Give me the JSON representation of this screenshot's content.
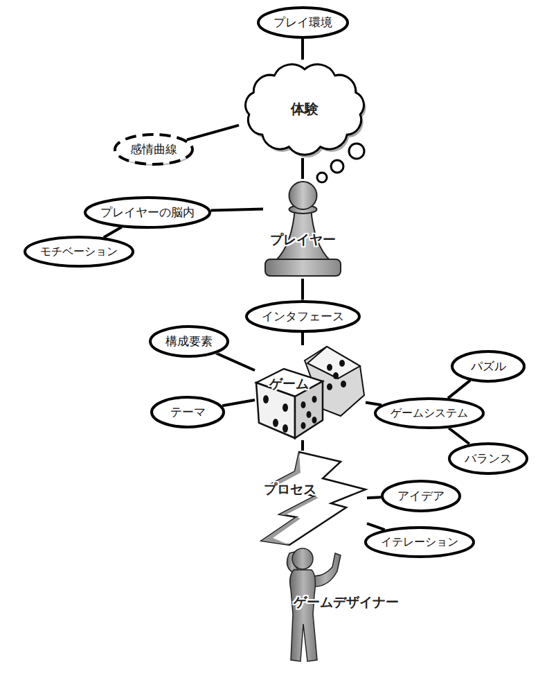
{
  "diagram": {
    "nodes": [
      {
        "text": [
          "プレイ環境"
        ]
      },
      {
        "text": [
          "体験"
        ]
      },
      {
        "text": [
          "感情曲線"
        ]
      },
      {
        "text": [
          "プレイヤーの脳内"
        ]
      },
      {
        "text": [
          "モチベーション"
        ]
      },
      {
        "text": [
          "プレイヤー"
        ]
      },
      {
        "text": [
          "インタフェース"
        ]
      },
      {
        "text": [
          "構成要素"
        ]
      },
      {
        "text": [
          "ゲーム"
        ]
      },
      {
        "text": [
          "テーマ"
        ]
      },
      {
        "text": [
          "パズル"
        ]
      },
      {
        "text": [
          "ゲームシステム"
        ]
      },
      {
        "text": [
          "バランス"
        ]
      },
      {
        "text": [
          "プロセス"
        ]
      },
      {
        "text": [
          "アイデア"
        ]
      },
      {
        "text": [
          "イテレーション"
        ]
      },
      {
        "text": [
          "ゲームデザイナー"
        ]
      }
    ],
    "edges": [
      {
        "from": 0,
        "to": 1,
        "arrow": "none"
      },
      {
        "from": 2,
        "to": 1,
        "arrow": "none"
      },
      {
        "from": 1,
        "to": 5,
        "arrow": "none"
      },
      {
        "from": 3,
        "to": 5,
        "arrow": "none"
      },
      {
        "from": 3,
        "to": 4,
        "arrow": "none"
      },
      {
        "from": 5,
        "to": 6,
        "arrow": "none"
      },
      {
        "from": 6,
        "to": 8,
        "arrow": "none"
      },
      {
        "from": 7,
        "to": 8,
        "arrow": "none"
      },
      {
        "from": 9,
        "to": 8,
        "arrow": "none"
      },
      {
        "from": 8,
        "to": 11,
        "arrow": "none"
      },
      {
        "from": 11,
        "to": 10,
        "arrow": "none"
      },
      {
        "from": 11,
        "to": 12,
        "arrow": "none"
      },
      {
        "from": 8,
        "to": 13,
        "arrow": "none"
      },
      {
        "from": 13,
        "to": 14,
        "arrow": "none"
      },
      {
        "from": 13,
        "to": 15,
        "arrow": "none"
      },
      {
        "from": 13,
        "to": 16,
        "arrow": "none"
      }
    ]
  }
}
